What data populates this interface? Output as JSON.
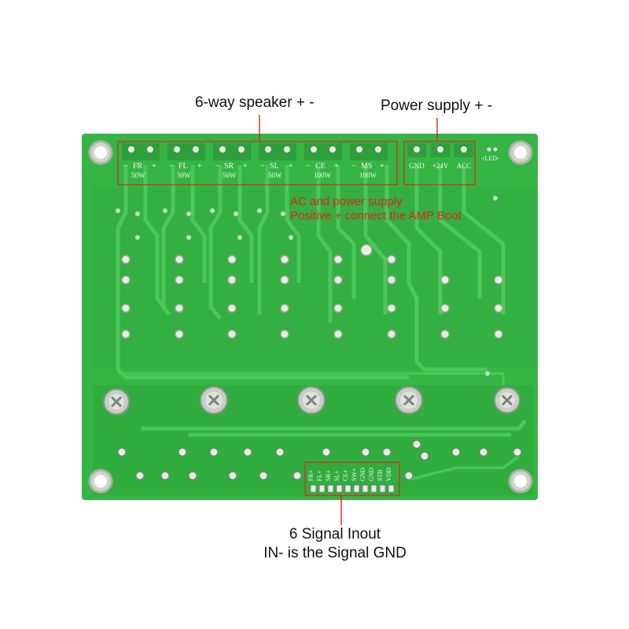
{
  "callouts": {
    "speaker": "6-way speaker + -",
    "power": "Power supply + -",
    "signal_line1": "6 Signal Inout",
    "signal_line2": "IN- is the Signal GND"
  },
  "annotation": {
    "line1": "AC and power supply",
    "line2": "Positive + connect the AMP Boot"
  },
  "board": {
    "speaker_channels": [
      {
        "name": "FR",
        "power": "50W",
        "minus": "−",
        "plus": "+"
      },
      {
        "name": "FL",
        "power": "50W",
        "minus": "−",
        "plus": "+"
      },
      {
        "name": "SR",
        "power": "50W",
        "minus": "−",
        "plus": "+"
      },
      {
        "name": "SL",
        "power": "50W",
        "minus": "−",
        "plus": "+"
      },
      {
        "name": "CE",
        "power": "100W",
        "minus": "−",
        "plus": "+"
      },
      {
        "name": "MS",
        "power": "100W",
        "minus": "−",
        "plus": "+"
      }
    ],
    "power_pins": [
      "GND",
      "+24V",
      "ACC"
    ],
    "led_label": "+LED-",
    "signal_pins": [
      "FR+",
      "FL+",
      "SR+",
      "SL+",
      "CE+",
      "SW+",
      "GND",
      "GND",
      "STB",
      "VDD"
    ]
  },
  "colors": {
    "pcb": "#35b544",
    "pcb_dark": "#2a9a38",
    "trace": "#4cc75a",
    "silkscreen": "#f4f6f2",
    "annotation_red": "#e32418",
    "callout_line": "#e32418"
  }
}
